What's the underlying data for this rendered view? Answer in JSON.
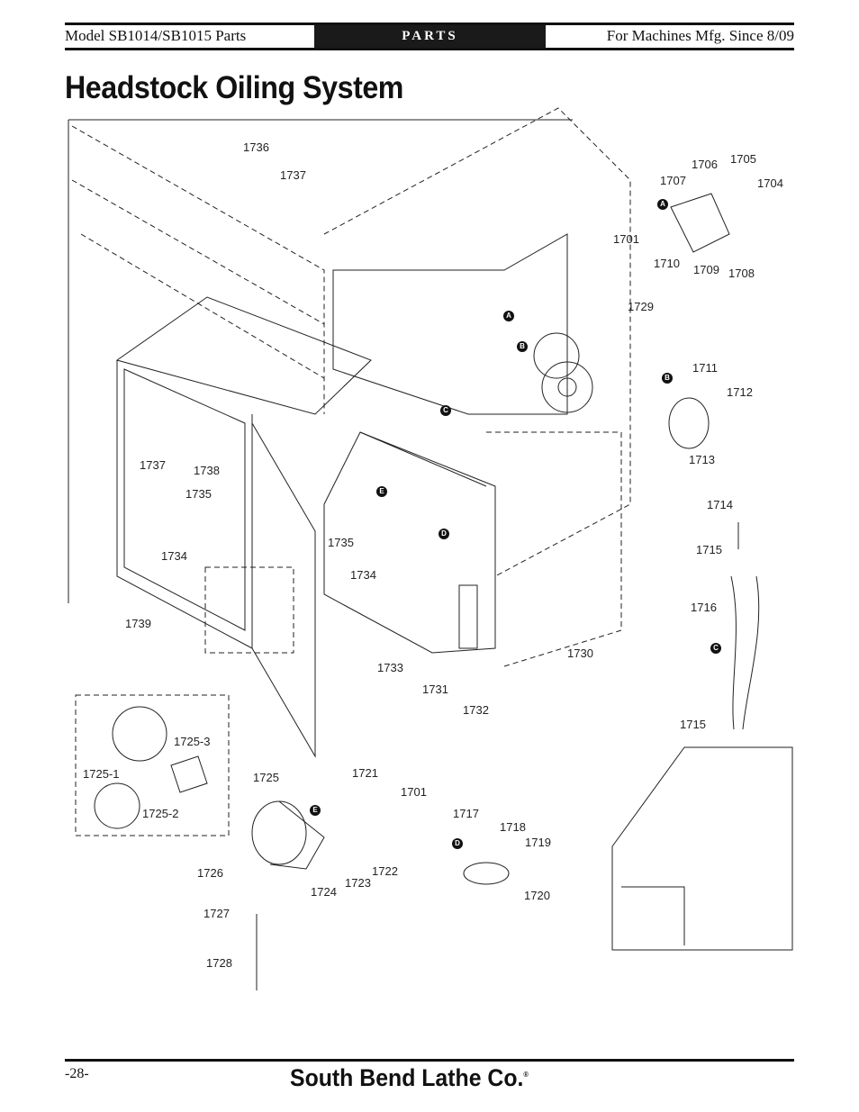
{
  "header": {
    "left": "Model SB1014/SB1015 Parts",
    "center": "PARTS",
    "right": "For Machines Mfg. Since 8/09"
  },
  "title": "Headstock Oiling System",
  "labels": [
    "1736",
    "1737",
    "1706",
    "1705",
    "1707",
    "1704",
    "1701",
    "1710",
    "1709",
    "1708",
    "1729",
    "1711",
    "1712",
    "1737",
    "1738",
    "1713",
    "1735",
    "1714",
    "1735",
    "1715",
    "1734",
    "1734",
    "1716",
    "1739",
    "1730",
    "1733",
    "1731",
    "1732",
    "1715",
    "1725-3",
    "1725-1",
    "1721",
    "1725",
    "1701",
    "1725-2",
    "1717",
    "1718",
    "1719",
    "1726",
    "1722",
    "1723",
    "1724",
    "1720",
    "1727",
    "1728"
  ],
  "refs": [
    "A",
    "A",
    "B",
    "B",
    "C",
    "C",
    "E",
    "D",
    "E",
    "D"
  ],
  "footer": {
    "page": "-28-",
    "brand": "South Bend Lathe Co.",
    "registered": "®"
  }
}
